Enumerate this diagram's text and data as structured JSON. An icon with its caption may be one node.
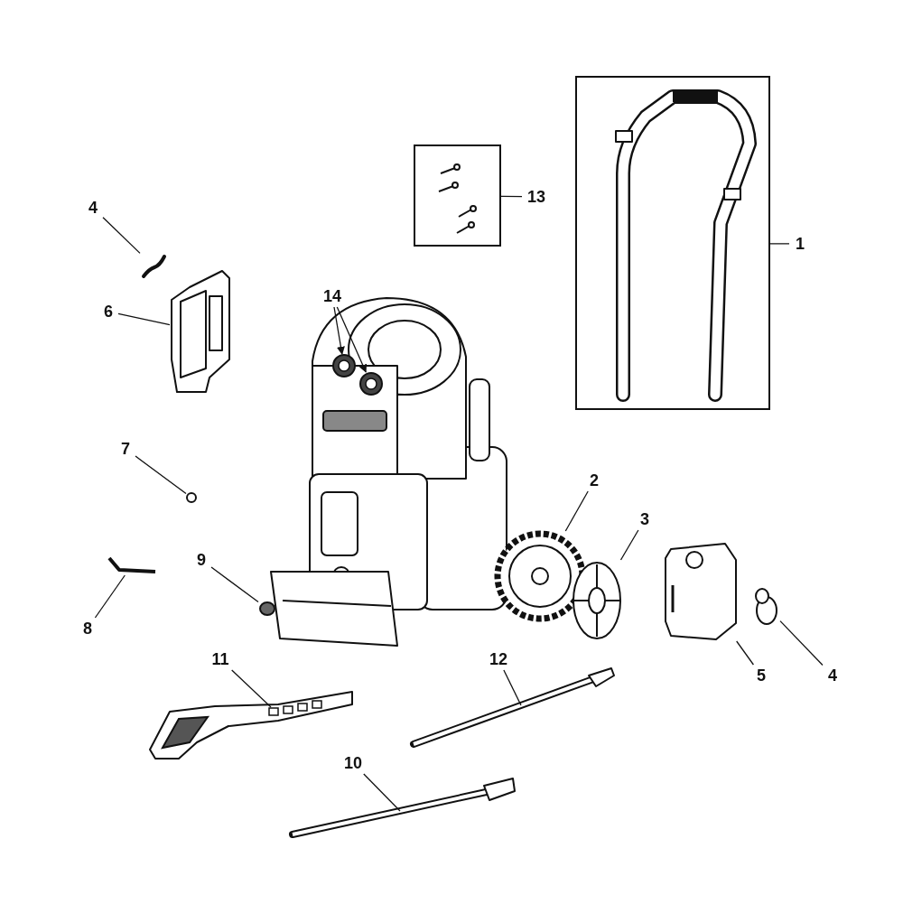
{
  "diagram": {
    "nodes": [
      {
        "text": [],
        "shape": "box"
      },
      {
        "text": [],
        "shape": "picture",
        "in": 0
      },
      {
        "text": [
          "1"
        ]
      },
      {
        "text": [],
        "shape": "box"
      },
      {
        "text": [],
        "shape": "picture",
        "in": 3
      },
      {
        "text": [
          "13"
        ]
      },
      {
        "text": [
          "4"
        ]
      },
      {
        "text": [],
        "shape": "picture"
      },
      {
        "text": [
          "6"
        ]
      },
      {
        "text": [],
        "shape": "picture"
      },
      {
        "text": [
          "14"
        ]
      },
      {
        "text": [],
        "shape": "picture"
      },
      {
        "text": [],
        "shape": "circle",
        "in": 11
      },
      {
        "text": [],
        "shape": "circle",
        "in": 11
      },
      {
        "text": [
          "7"
        ]
      },
      {
        "text": [],
        "shape": "circle"
      },
      {
        "text": [
          "8"
        ]
      },
      {
        "text": [],
        "shape": "picture"
      },
      {
        "text": [
          "9"
        ]
      },
      {
        "text": [],
        "shape": "circle"
      },
      {
        "text": [
          "2"
        ]
      },
      {
        "text": [],
        "shape": "picture"
      },
      {
        "text": [
          "3"
        ]
      },
      {
        "text": [],
        "shape": "picture"
      },
      {
        "text": [
          "5"
        ]
      },
      {
        "text": [],
        "shape": "picture"
      },
      {
        "text": [
          "4"
        ]
      },
      {
        "text": [],
        "shape": "circle"
      },
      {
        "text": [
          "11"
        ]
      },
      {
        "text": [],
        "shape": "picture"
      },
      {
        "text": [
          "12"
        ]
      },
      {
        "text": [],
        "shape": "picture"
      },
      {
        "text": [
          "10"
        ]
      },
      {
        "text": [],
        "shape": "picture"
      }
    ],
    "edges": [
      {
        "from": 2,
        "to": 0,
        "arrow": "none"
      },
      {
        "from": 5,
        "to": 3,
        "arrow": "none"
      },
      {
        "from": 6,
        "to": 7,
        "arrow": "none"
      },
      {
        "from": 8,
        "to": 9,
        "arrow": "none"
      },
      {
        "from": 10,
        "to": 12,
        "arrow": "to"
      },
      {
        "from": 10,
        "to": 13,
        "arrow": "to"
      },
      {
        "from": 14,
        "to": 15,
        "arrow": "none"
      },
      {
        "from": 16,
        "to": 17,
        "arrow": "none"
      },
      {
        "from": 18,
        "to": 19,
        "arrow": "none"
      },
      {
        "from": 20,
        "to": 21,
        "arrow": "none"
      },
      {
        "from": 22,
        "to": 23,
        "arrow": "none"
      },
      {
        "from": 24,
        "to": 25,
        "arrow": "none"
      },
      {
        "from": 26,
        "to": 27,
        "arrow": "none"
      },
      {
        "from": 28,
        "to": 29,
        "arrow": "none"
      },
      {
        "from": 30,
        "to": 31,
        "arrow": "none"
      },
      {
        "from": 32,
        "to": 33,
        "arrow": "none"
      }
    ]
  }
}
